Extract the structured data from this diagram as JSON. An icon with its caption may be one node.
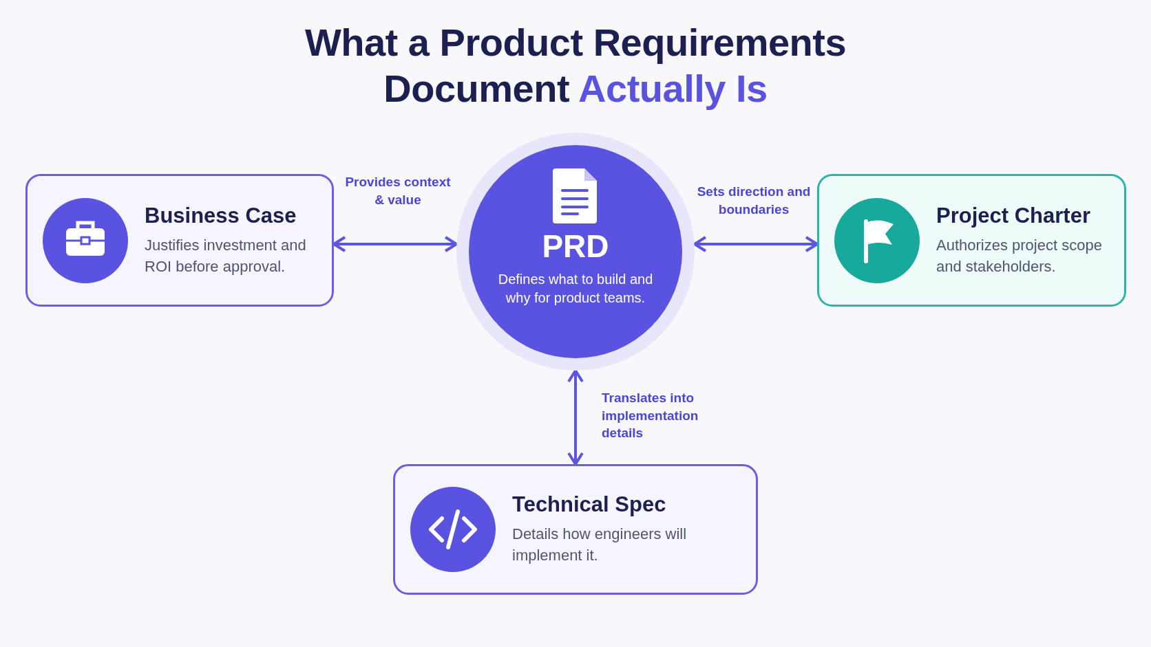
{
  "diagram": {
    "title": "What a Product Requirements Document Actually Is",
    "nodes": [
      {
        "text": [
          "Business Case",
          "Justifies investment and ROI before approval."
        ]
      },
      {
        "text": [
          "PRD",
          "Defines what to build and why for product teams."
        ]
      },
      {
        "text": [
          "Project Charter",
          "Authorizes project scope and stakeholders."
        ]
      },
      {
        "text": [
          "Technical Spec",
          "Details how engineers will implement it."
        ]
      }
    ],
    "edges": [
      {
        "from": 1,
        "to": 0,
        "arrow": "both",
        "label": "Provides context & value"
      },
      {
        "from": 1,
        "to": 2,
        "arrow": "both",
        "label": "Sets direction and boundaries"
      },
      {
        "from": 1,
        "to": 3,
        "arrow": "both",
        "label": "Translates into implementation details"
      }
    ]
  }
}
